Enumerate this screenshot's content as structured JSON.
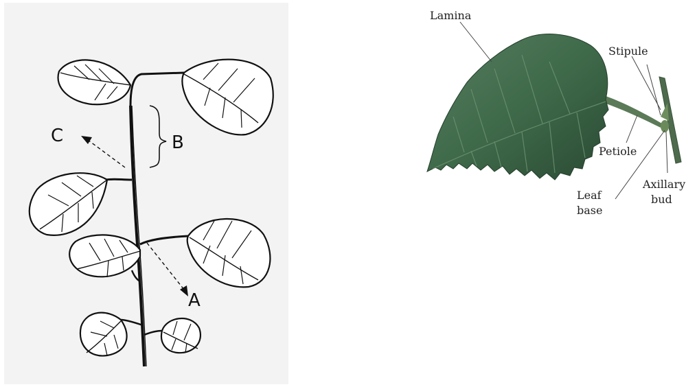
{
  "left_diagram": {
    "labels": {
      "a": "A",
      "b": "B",
      "c": "C"
    },
    "colors": {
      "background": "#f3f3f3",
      "ink": "#111111"
    }
  },
  "right_diagram": {
    "labels": {
      "lamina": "Lamina",
      "stipule": "Stipule",
      "petiole": "Petiole",
      "leaf_base_line1": "Leaf",
      "leaf_base_line2": "base",
      "axillary_bud_line1": "Axillary",
      "axillary_bud_line2": "bud"
    },
    "colors": {
      "leaf": "#3f6a4a",
      "leaf_dark": "#2a4a33",
      "stem": "#4e6b4d",
      "text": "#222222"
    }
  }
}
